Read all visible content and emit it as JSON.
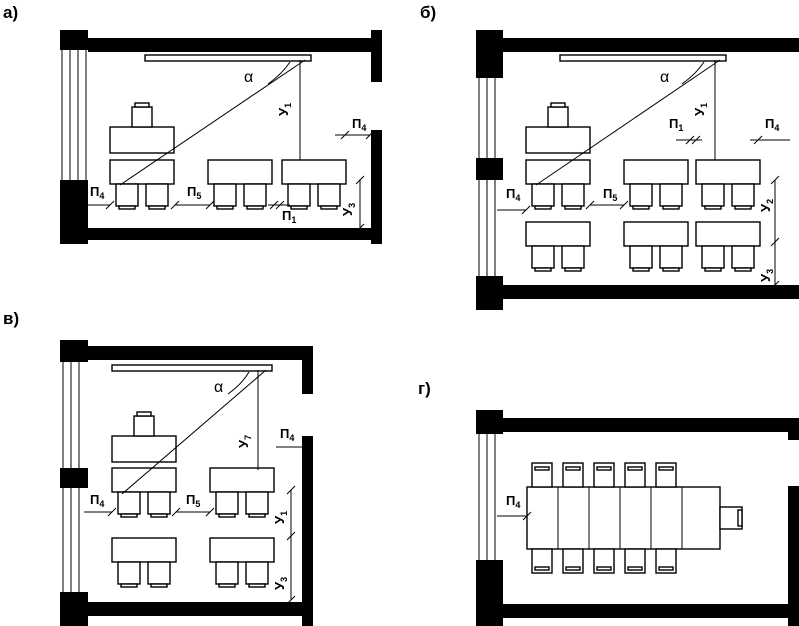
{
  "plans": {
    "a": {
      "label": "а)",
      "alpha": "α",
      "dims": [
        {
          "base": "У",
          "sub": "1"
        },
        {
          "base": "П",
          "sub": "4"
        },
        {
          "base": "П",
          "sub": "4"
        },
        {
          "base": "П",
          "sub": "5"
        },
        {
          "base": "П",
          "sub": "1"
        },
        {
          "base": "У",
          "sub": "3"
        }
      ]
    },
    "b": {
      "label": "б)",
      "alpha": "α",
      "dims": [
        {
          "base": "У",
          "sub": "1"
        },
        {
          "base": "П",
          "sub": "1"
        },
        {
          "base": "П",
          "sub": "4"
        },
        {
          "base": "П",
          "sub": "4"
        },
        {
          "base": "П",
          "sub": "5"
        },
        {
          "base": "У",
          "sub": "2"
        },
        {
          "base": "У",
          "sub": "3"
        }
      ]
    },
    "c": {
      "label": "в)",
      "alpha": "α",
      "dims": [
        {
          "base": "У",
          "sub": "7"
        },
        {
          "base": "П",
          "sub": "4"
        },
        {
          "base": "П",
          "sub": "4"
        },
        {
          "base": "П",
          "sub": "5"
        },
        {
          "base": "У",
          "sub": "1"
        },
        {
          "base": "У",
          "sub": "3"
        }
      ]
    },
    "d": {
      "label": "г)",
      "dims": [
        {
          "base": "П",
          "sub": "4"
        }
      ]
    }
  }
}
